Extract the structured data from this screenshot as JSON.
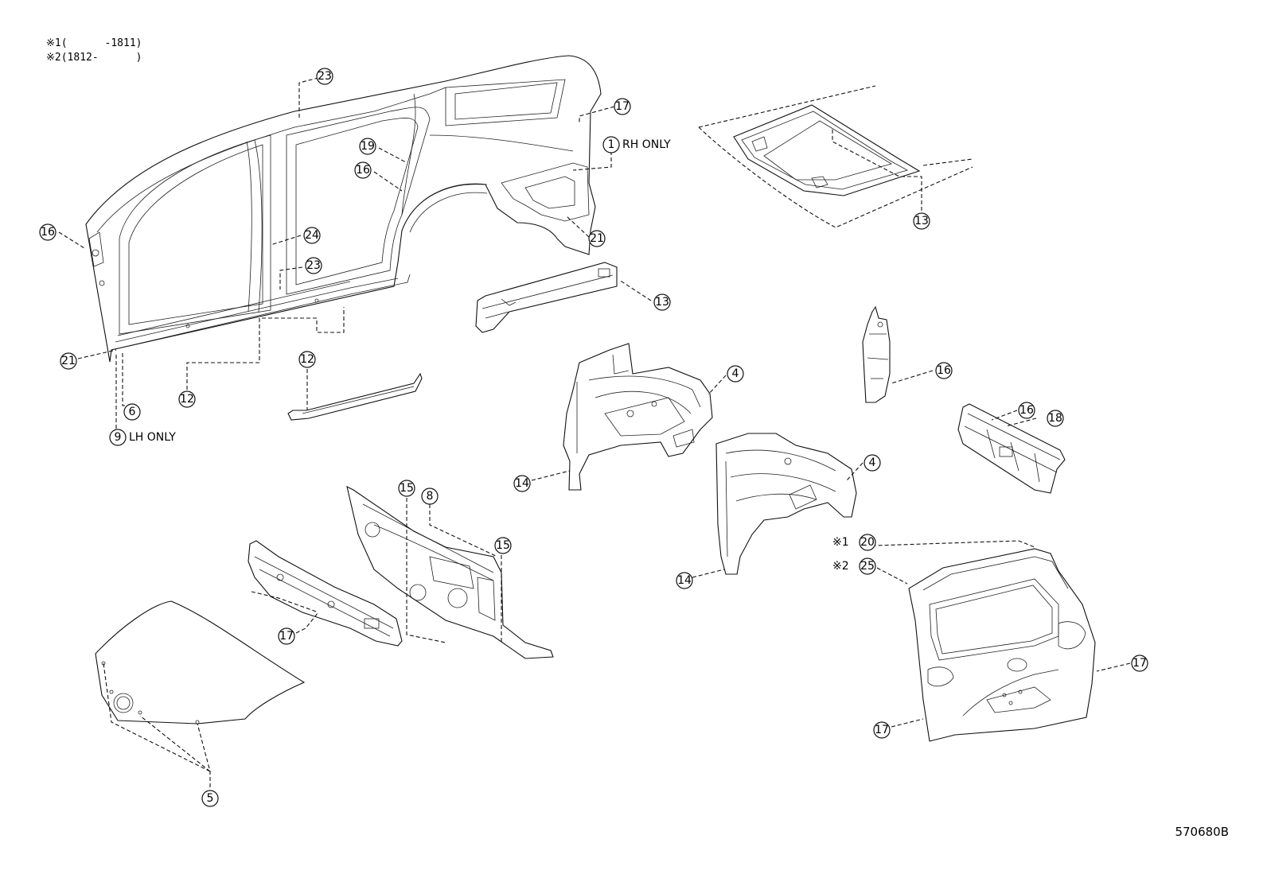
{
  "legend": [
    {
      "mark": "※1",
      "range": "(      -1811)"
    },
    {
      "mark": "※2",
      "range": "(1812-      )"
    }
  ],
  "drawing_id": "570680B",
  "callouts": [
    {
      "n": "23",
      "note": ""
    },
    {
      "n": "17",
      "note": ""
    },
    {
      "n": "1",
      "note": "RH ONLY"
    },
    {
      "n": "19",
      "note": ""
    },
    {
      "n": "16",
      "note": ""
    },
    {
      "n": "16",
      "note": ""
    },
    {
      "n": "24",
      "note": ""
    },
    {
      "n": "23",
      "note": ""
    },
    {
      "n": "21",
      "note": ""
    },
    {
      "n": "13",
      "note": ""
    },
    {
      "n": "13",
      "note": ""
    },
    {
      "n": "21",
      "note": ""
    },
    {
      "n": "6",
      "note": ""
    },
    {
      "n": "12",
      "note": ""
    },
    {
      "n": "12",
      "note": ""
    },
    {
      "n": "9",
      "note": "LH ONLY"
    },
    {
      "n": "4",
      "note": ""
    },
    {
      "n": "16",
      "note": ""
    },
    {
      "n": "16",
      "note": ""
    },
    {
      "n": "18",
      "note": ""
    },
    {
      "n": "4",
      "note": ""
    },
    {
      "n": "14",
      "note": ""
    },
    {
      "n": "15",
      "note": ""
    },
    {
      "n": "8",
      "note": ""
    },
    {
      "n": "15",
      "note": ""
    },
    {
      "n": "20",
      "note": ""
    },
    {
      "n": "25",
      "note": ""
    },
    {
      "n": "14",
      "note": ""
    },
    {
      "n": "17",
      "note": ""
    },
    {
      "n": "17",
      "note": ""
    },
    {
      "n": "17",
      "note": ""
    },
    {
      "n": "5",
      "note": ""
    }
  ],
  "ref_marks": [
    "※1",
    "※2"
  ]
}
